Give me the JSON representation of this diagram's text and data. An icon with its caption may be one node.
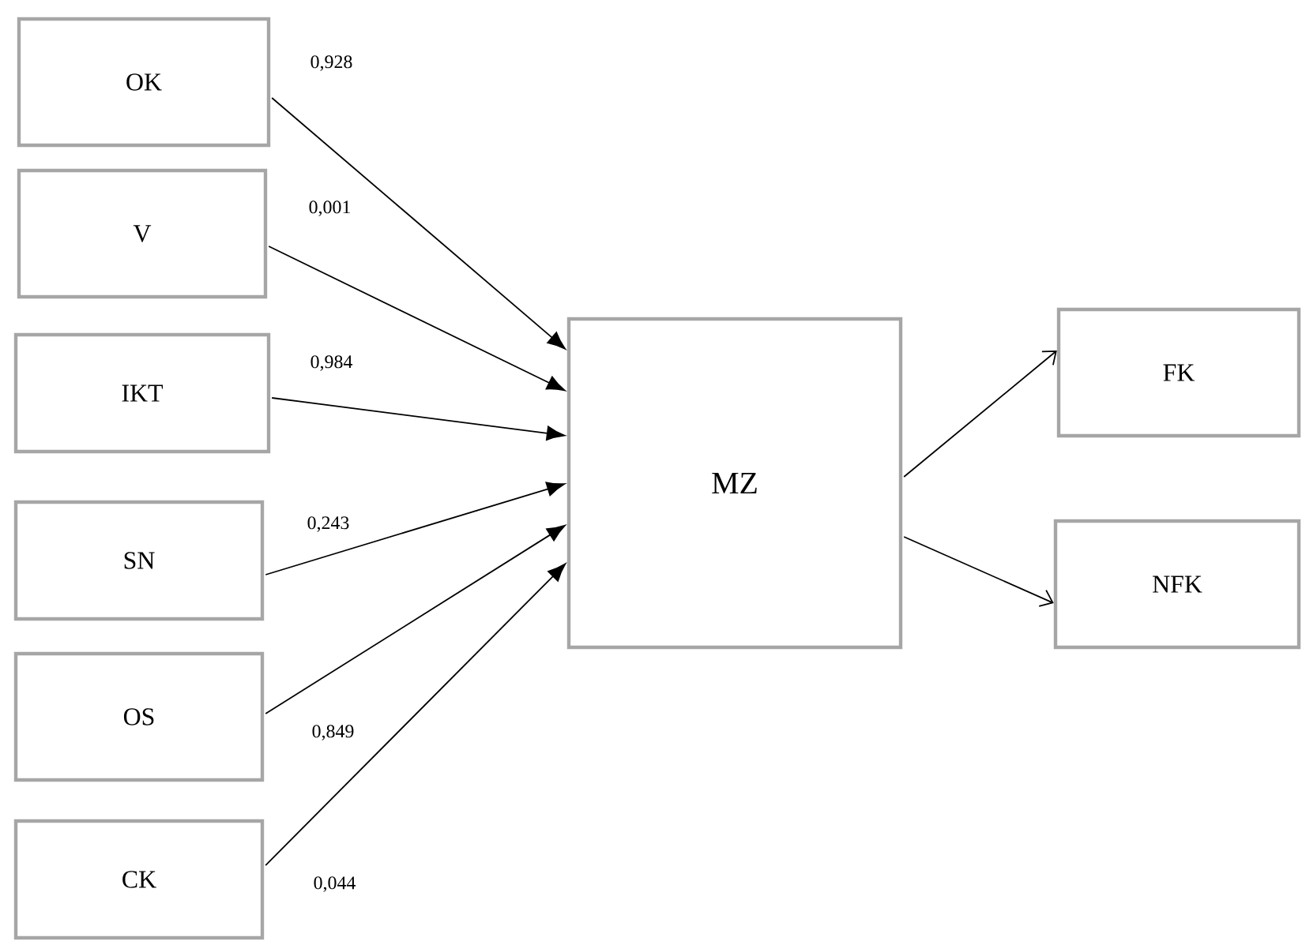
{
  "diagram": {
    "nodes": [
      {
        "text": [
          "OK"
        ]
      },
      {
        "text": [
          "V"
        ]
      },
      {
        "text": [
          "IKT"
        ]
      },
      {
        "text": [
          "SN"
        ]
      },
      {
        "text": [
          "OS"
        ]
      },
      {
        "text": [
          "CK"
        ]
      },
      {
        "text": [
          "MZ"
        ]
      },
      {
        "text": [
          "FK"
        ]
      },
      {
        "text": [
          "NFK"
        ]
      }
    ],
    "edges": [
      {
        "from": 0,
        "to": 6,
        "arrow": "to",
        "label": "0,928"
      },
      {
        "from": 1,
        "to": 6,
        "arrow": "to",
        "label": "0,001"
      },
      {
        "from": 2,
        "to": 6,
        "arrow": "to",
        "label": "0,984"
      },
      {
        "from": 3,
        "to": 6,
        "arrow": "to",
        "label": "0,243"
      },
      {
        "from": 4,
        "to": 6,
        "arrow": "to",
        "label": "0,849"
      },
      {
        "from": 5,
        "to": 6,
        "arrow": "to",
        "label": "0,044"
      },
      {
        "from": 6,
        "to": 7,
        "arrow": "to"
      },
      {
        "from": 6,
        "to": 8,
        "arrow": "to"
      }
    ]
  }
}
